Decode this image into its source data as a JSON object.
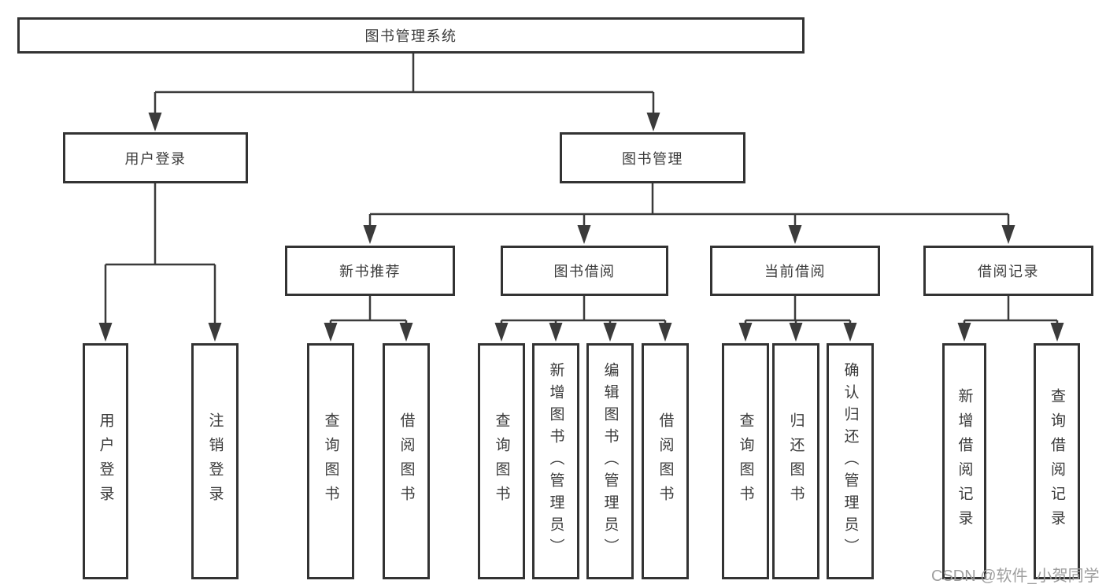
{
  "diagram": {
    "nodes": {
      "root": "图书管理系统",
      "user_login": "用户登录",
      "book_management": "图书管理",
      "new_book_recommend": "新书推荐",
      "book_borrowing": "图书借阅",
      "current_borrowing": "当前借阅",
      "borrow_records": "借阅记录",
      "leaf_user_login": "用户登录",
      "leaf_logout": "注销登录",
      "leaf_query_books_1": "查询图书",
      "leaf_borrow_books_1": "借阅图书",
      "leaf_query_books_2": "查询图书",
      "leaf_add_book_admin": "新增图书（管理员）",
      "leaf_edit_book_admin": "编辑图书（管理员）",
      "leaf_borrow_books_2": "借阅图书",
      "leaf_query_books_3": "查询图书",
      "leaf_return_books": "归还图书",
      "leaf_confirm_return_admin": "确认归还（管理员）",
      "leaf_add_borrow_record": "新增借阅记录",
      "leaf_query_borrow_record": "查询借阅记录"
    },
    "hierarchy": {
      "图书管理系统": [
        "用户登录",
        "图书管理"
      ],
      "用户登录": [
        "用户登录",
        "注销登录"
      ],
      "图书管理": [
        "新书推荐",
        "图书借阅",
        "当前借阅",
        "借阅记录"
      ],
      "新书推荐": [
        "查询图书",
        "借阅图书"
      ],
      "图书借阅": [
        "查询图书",
        "新增图书（管理员）",
        "编辑图书（管理员）",
        "借阅图书"
      ],
      "当前借阅": [
        "查询图书",
        "归还图书",
        "确认归还（管理员）"
      ],
      "借阅记录": [
        "新增借阅记录",
        "查询借阅记录"
      ]
    },
    "watermark": "CSDN @软件_小贺同学",
    "colors": {
      "line": "#3b3b3b",
      "box_border": "#333333",
      "box_fill": "#ffffff",
      "text": "#3b3b3b",
      "watermark": "#9e9e9e",
      "background": "#ffffff"
    }
  }
}
